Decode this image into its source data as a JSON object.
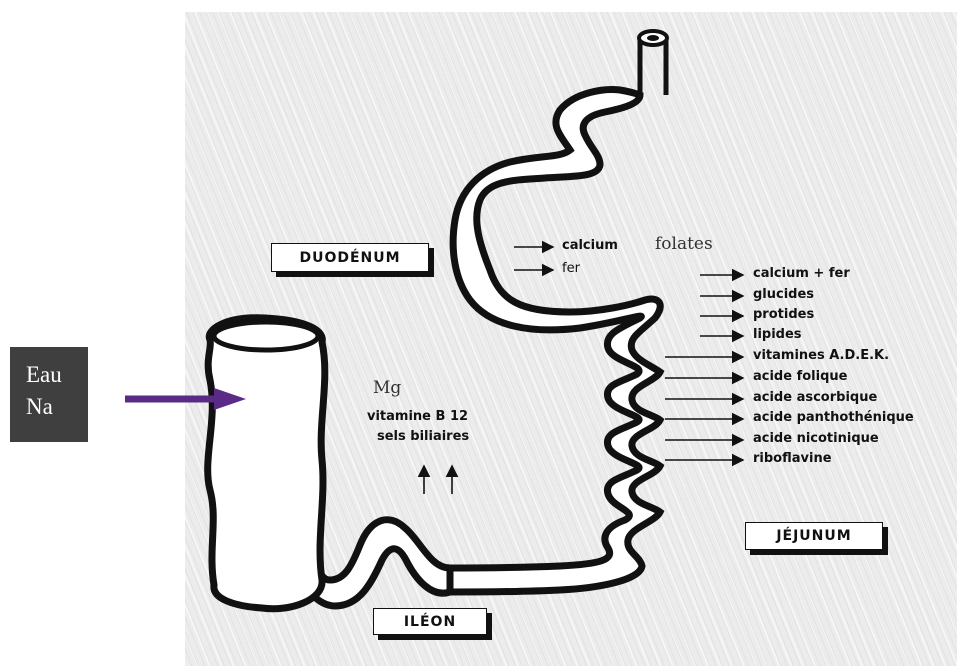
{
  "sections": {
    "duodenum": "DUODÉNUM",
    "jejunum": "JÉJUNUM",
    "ileon": "ILÉON"
  },
  "inputs": {
    "line1": "Eau",
    "line2": "Na"
  },
  "duodenum_absorption": [
    "calcium",
    "fer"
  ],
  "folates": "folates",
  "jejunum_absorption": [
    "calcium + fer",
    "glucides",
    "protides",
    "lipides",
    "vitamines A.D.E.K.",
    "acide folique",
    "acide ascorbique",
    "acide panthothénique",
    "acide nicotinique",
    "riboflavine"
  ],
  "ileon_absorption": {
    "mg": "Mg",
    "vitamin_b12": "vitamine B 12",
    "bile_salts": "sels biliaires"
  },
  "colors": {
    "arrow": "#5b2a86",
    "input_box": "#3f3f3f"
  }
}
